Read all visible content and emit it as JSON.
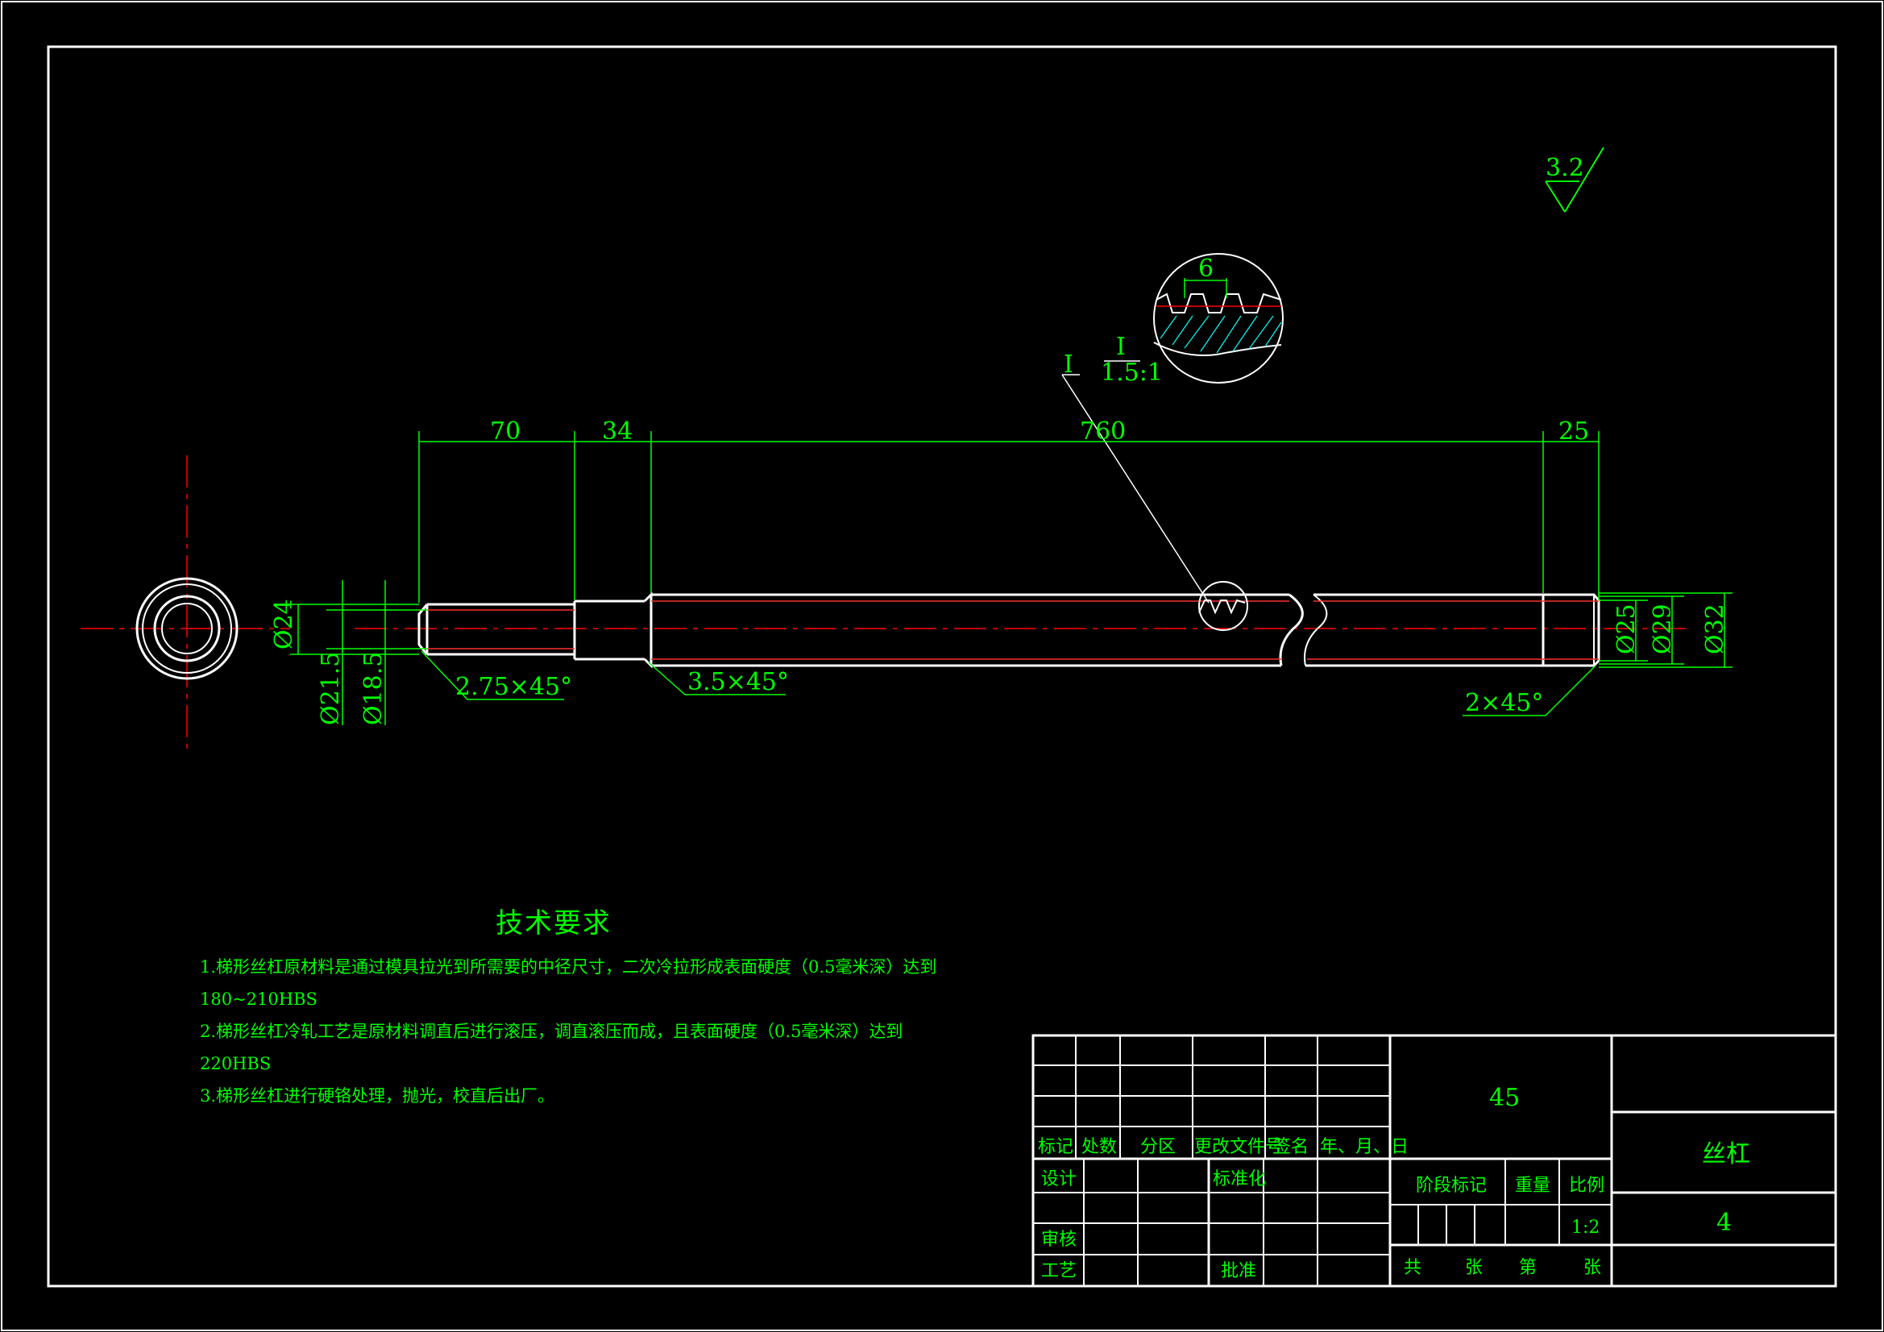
{
  "drawing": {
    "part_name": "丝杠",
    "drawing_no": "4",
    "material": "45",
    "scale": "1:2"
  },
  "roughness": {
    "value": "3.2"
  },
  "detail": {
    "leader_label": "I",
    "label": "I",
    "scale": "1.5:1",
    "pitch": "6"
  },
  "dimensions": {
    "length_1": "70",
    "length_2": "34",
    "length_3": "760",
    "length_4": "25",
    "dia_24": "Ø24",
    "dia_21_5": "Ø21.5",
    "dia_18_5": "Ø18.5",
    "dia_25": "Ø25",
    "dia_29": "Ø29",
    "dia_32": "Ø32",
    "chamfer_1": "2.75×45°",
    "chamfer_2": "3.5×45°",
    "chamfer_3": "2×45°"
  },
  "notes": {
    "title": "技术要求",
    "lines": [
      "1.梯形丝杠原材料是通过模具拉光到所需要的中径尺寸，二次冷拉形成表面硬度（0.5毫米深）达到",
      "180~210HBS",
      "2.梯形丝杠冷轧工艺是原材料调直后进行滚压，调直滚压而成，且表面硬度（0.5毫米深）达到",
      "220HBS",
      "3.梯形丝杠进行硬铬处理，抛光，校直后出厂。"
    ]
  },
  "title_block": {
    "biaoji": "标记",
    "chushu": "处数",
    "fenqu": "分区",
    "genggai": "更改文件号",
    "qianming": "签名",
    "nianyueri": "年、月、日",
    "sheji": "设计",
    "biaozhunhua": "标准化",
    "shenhe": "审核",
    "gongyi": "工艺",
    "pizhun": "批准",
    "jieduan": "阶段标记",
    "zhongliang": "重量",
    "bili": "比例",
    "gong": "共",
    "zhang1": "张",
    "di": "第",
    "zhang2": "张"
  },
  "colors": {
    "dimension": "#00ff00",
    "outline": "#ffffff",
    "centerline": "#ff0000",
    "background": "#000000"
  }
}
